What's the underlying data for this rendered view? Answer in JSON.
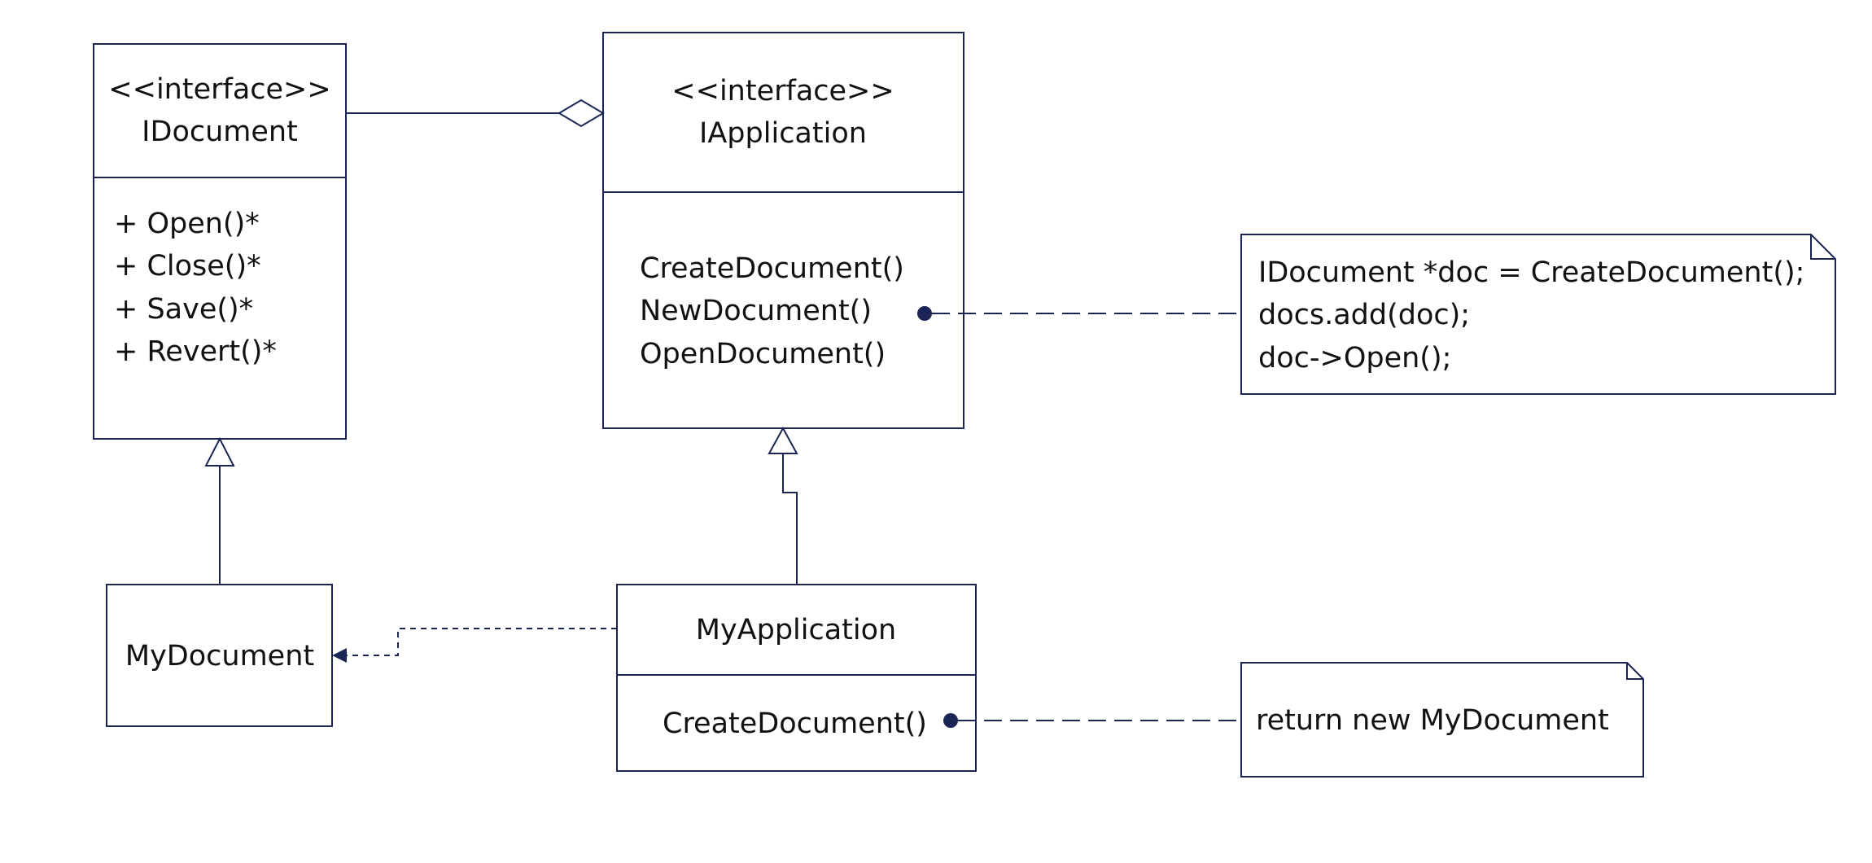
{
  "colors": {
    "stroke": "#1a2556",
    "text": "#111111",
    "background": "#ffffff"
  },
  "classes": {
    "idocument": {
      "stereotype": "<<interface>>",
      "name": "IDocument",
      "methods": [
        "+ Open()*",
        "+ Close()*",
        "+ Save()*",
        "+ Revert()*"
      ]
    },
    "iapplication": {
      "stereotype": "<<interface>>",
      "name": "IApplication",
      "methods": [
        "CreateDocument()",
        "NewDocument()",
        "OpenDocument()"
      ]
    },
    "mydocument": {
      "name": "MyDocument"
    },
    "myapplication": {
      "name": "MyApplication",
      "methods": [
        "CreateDocument()"
      ]
    }
  },
  "notes": {
    "newdocument_note": {
      "lines": [
        "IDocument *doc = CreateDocument();",
        "docs.add(doc);",
        "doc->Open();"
      ]
    },
    "createdocument_note": {
      "lines": [
        "return new MyDocument"
      ]
    }
  }
}
